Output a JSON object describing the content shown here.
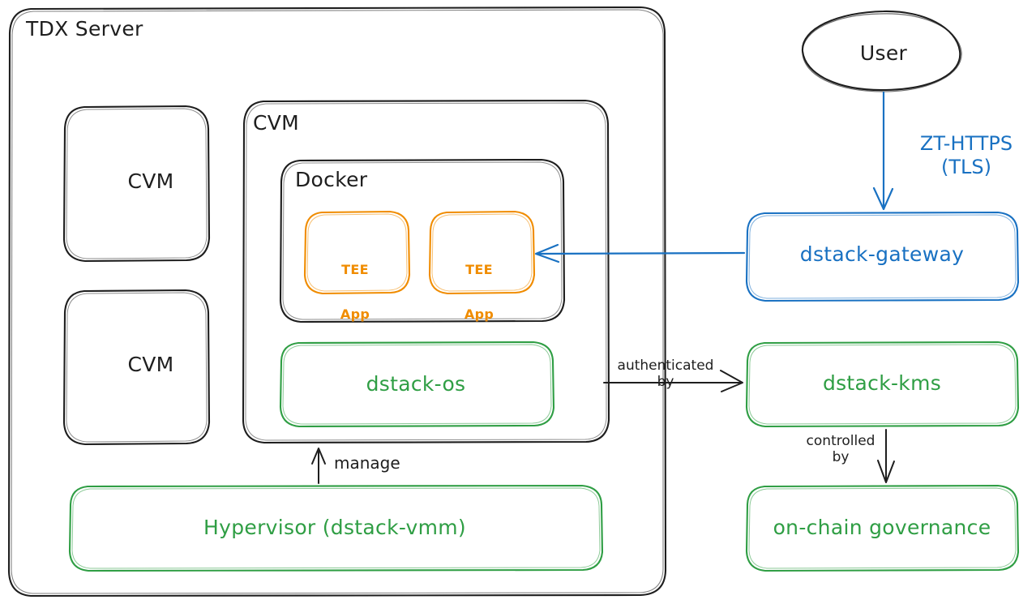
{
  "diagram": {
    "title": "TDX Server architecture",
    "colors": {
      "stroke_black": "#1e1e1e",
      "green": "#2f9e44",
      "blue": "#1971c2",
      "orange": "#f08c00",
      "background": "#ffffff"
    },
    "containers": {
      "tdx_server": "TDX Server",
      "cvm_left_top": "CVM",
      "cvm_left_bottom": "CVM",
      "cvm_main": "CVM",
      "docker": "Docker"
    },
    "nodes": {
      "tee_app_1_line1": "TEE",
      "tee_app_1_line2": "App",
      "tee_app_2_line1": "TEE",
      "tee_app_2_line2": "App",
      "dstack_os": "dstack-os",
      "hypervisor": "Hypervisor (dstack-vmm)",
      "user": "User",
      "dstack_gateway": "dstack-gateway",
      "dstack_kms": "dstack-kms",
      "on_chain_governance": "on-chain governance"
    },
    "edges": {
      "user_to_gateway": "ZT-HTTPS\n(TLS)",
      "hypervisor_to_cvm": "manage",
      "dstack_os_to_kms": "authenticated\nby",
      "kms_to_governance": "controlled\nby",
      "gateway_to_tee_app": ""
    }
  }
}
